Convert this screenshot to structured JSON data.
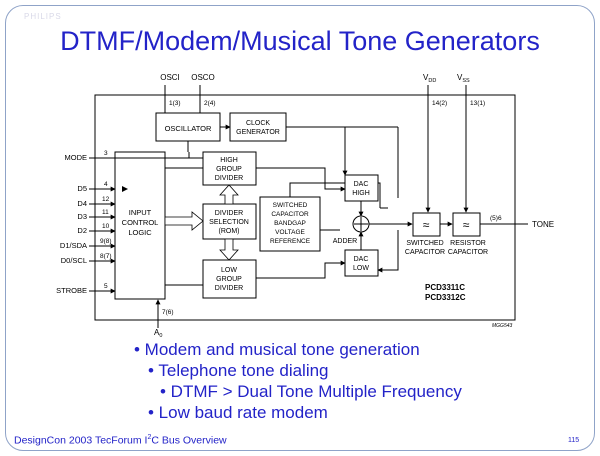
{
  "slide": {
    "title": "DTMF/Modem/Musical Tone Generators",
    "logo_text": "PHILIPS",
    "footer_prefix": "DesignCon 2003  TecForum  I",
    "footer_sup": "2",
    "footer_suffix": "C Bus Overview",
    "page_number": "115"
  },
  "bullets": [
    "• Modem and musical tone generation",
    "• Telephone tone dialing",
    "• DTMF > Dual Tone Multiple Frequency",
    "• Low baud rate modem"
  ],
  "diagram": {
    "pins_top": {
      "osci": "OSCI",
      "osci_num": "1(3)",
      "osco": "OSCO",
      "osco_num": "2(4)",
      "vdd_main": "V",
      "vdd_sub": "DD",
      "vdd_num": "14(2)",
      "vss_main": "V",
      "vss_sub": "SS",
      "vss_num": "13(1)"
    },
    "pins_left": {
      "mode": "MODE",
      "mode_num": "3",
      "d5": "D5",
      "d5_num": "4",
      "d4": "D4",
      "d4_num": "12",
      "d3": "D3",
      "d3_num": "11",
      "d2": "D2",
      "d2_num": "10",
      "d1": "D1/SDA",
      "d1_num": "9(8)",
      "d0": "D0/SCL",
      "d0_num": "8(7)",
      "strobe": "STROBE",
      "strobe_num": "5"
    },
    "pin_a0": {
      "main": "A",
      "sub": "0",
      "num": "7(6)"
    },
    "pin_tone": {
      "label": "TONE",
      "num": "(5)6"
    },
    "blocks": {
      "oscillator": "OSCILLATOR",
      "clock_gen": [
        "CLOCK",
        "GENERATOR"
      ],
      "high_div": [
        "HIGH",
        "GROUP",
        "DIVIDER"
      ],
      "low_div": [
        "LOW",
        "GROUP",
        "DIVIDER"
      ],
      "input_logic": [
        "INPUT",
        "CONTROL",
        "LOGIC"
      ],
      "divider_sel": [
        "DIVIDER",
        "SELECTION",
        "(ROM)"
      ],
      "sc_ref": [
        "SWITCHED",
        "CAPACITOR",
        "BANDGAP",
        "VOLTAGE",
        "REFERENCE"
      ],
      "dac_high": [
        "DAC",
        "HIGH"
      ],
      "dac_low": [
        "DAC",
        "LOW"
      ],
      "adder": "ADDER",
      "sw_cap": [
        "SWITCHED",
        "CAPACITOR"
      ],
      "res_cap": [
        "RESISTOR",
        "CAPACITOR"
      ]
    },
    "part_numbers": [
      "PCD3311C",
      "PCD3312C"
    ],
    "figure_code": "MGG543",
    "filter_symbol": "≈"
  }
}
